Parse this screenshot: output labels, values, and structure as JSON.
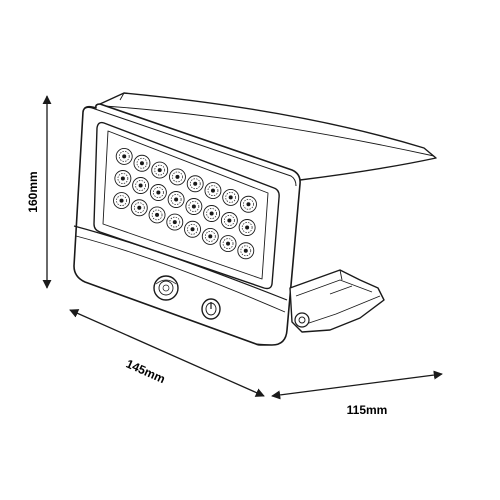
{
  "dimensions": {
    "height": "160mm",
    "length": "145mm",
    "depth": "115mm"
  },
  "colors": {
    "line": "#1a1a1a",
    "background": "#ffffff"
  },
  "led_count": 24
}
